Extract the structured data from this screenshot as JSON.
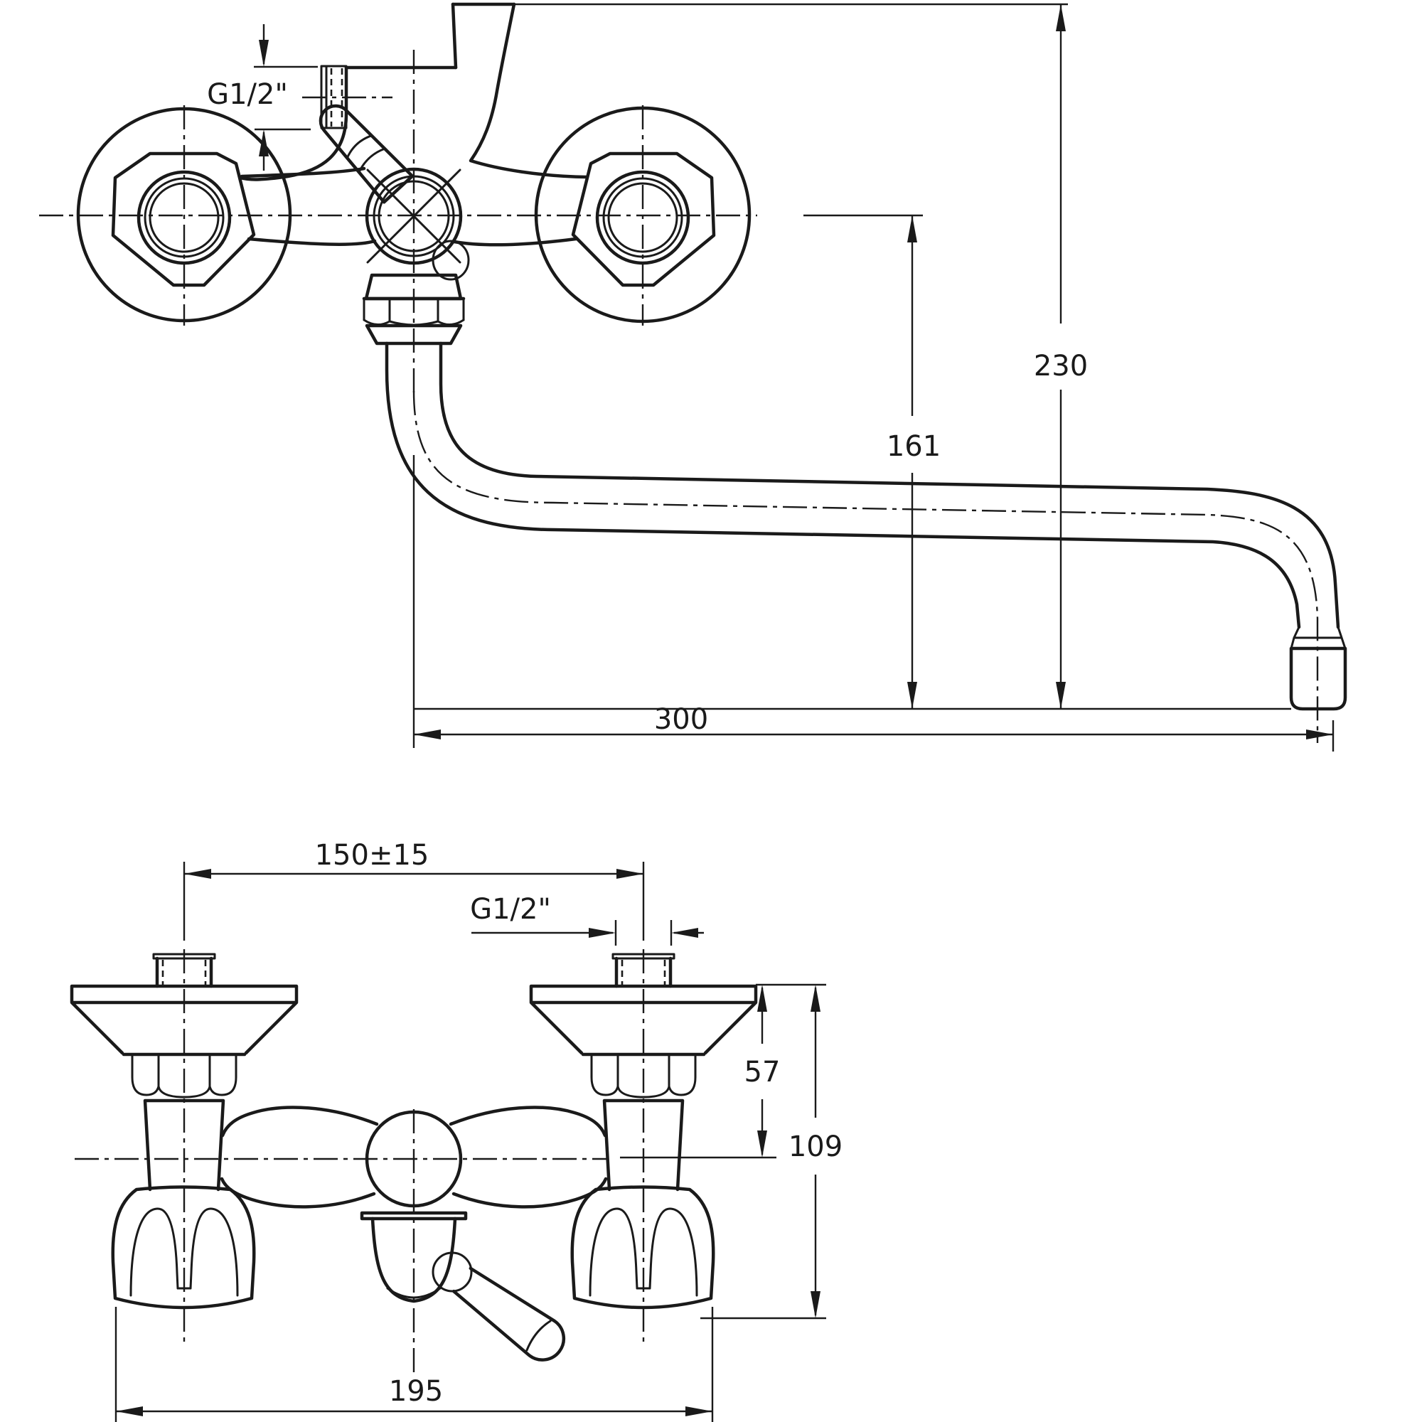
{
  "drawing": {
    "kind": "faucet-installation-dimension-drawing",
    "views": [
      "front-elevation-with-spout",
      "plan-view-wall-mount"
    ],
    "colors": {
      "line": "#1a1a1a",
      "background": "#ffffff"
    }
  },
  "labels": {
    "thread_top": "G1/2\"",
    "total_height": "230",
    "axis_height": "161",
    "spout_reach": "300",
    "hole_spacing": "150±15",
    "thread_bottom": "G1/2\"",
    "wall_to_axis": "57",
    "wall_to_handle": "109",
    "body_width": "195"
  }
}
